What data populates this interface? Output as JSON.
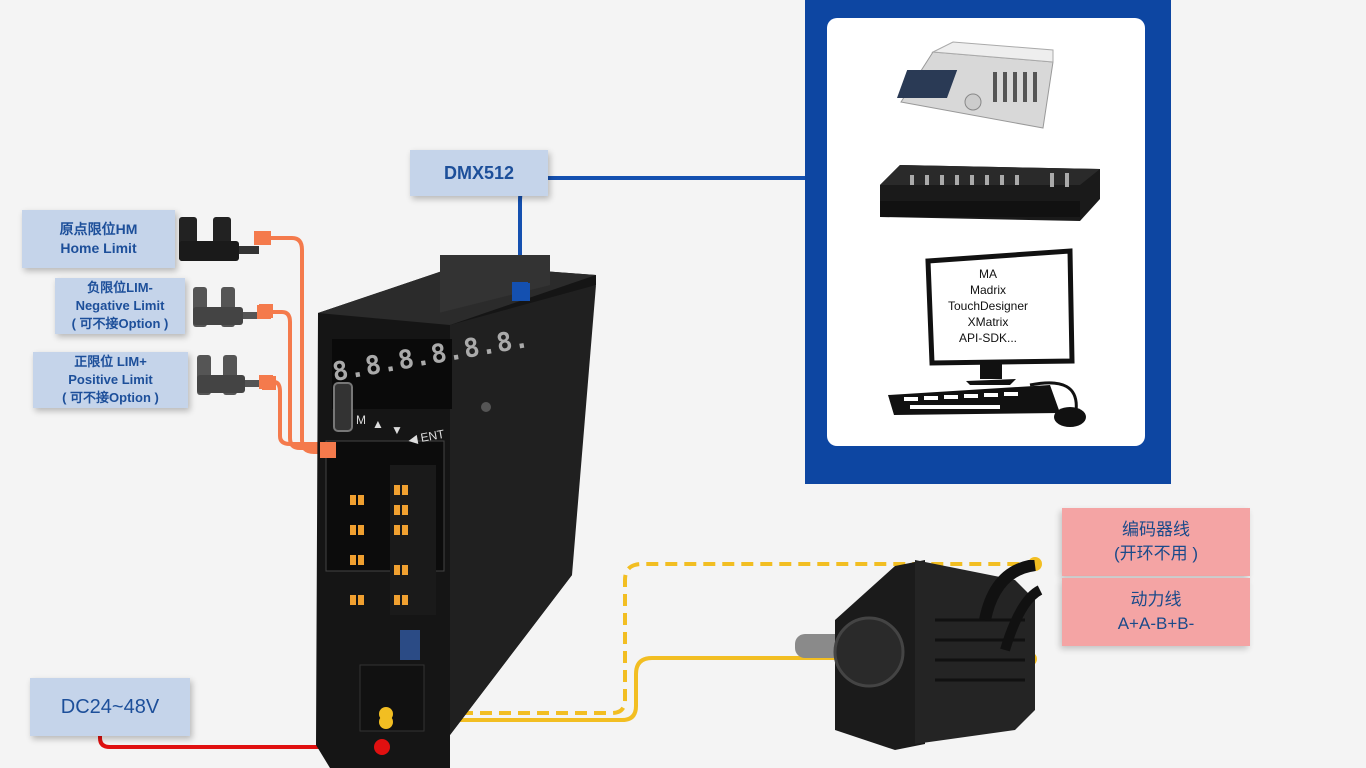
{
  "labels": {
    "dmx": "DMX512",
    "home_line1": "原点限位HM",
    "home_line2": "Home Limit",
    "neg_line1": "负限位LIM-",
    "neg_line2": "Negative Limit",
    "neg_line3": "( 可不接Option )",
    "pos_line1": "正限位 LIM+",
    "pos_line2": "Positive Limit",
    "pos_line3": "( 可不接Option )",
    "power": "DC24~48V",
    "encoder_line1": "编码器线",
    "encoder_line2": "(开环不用 )",
    "motor_line1": "动力线",
    "motor_line2": "A+A-B+B-"
  },
  "driver": {
    "display": "8.8.8.8.8.8.",
    "btn_m": "M",
    "btn_up": "▲",
    "btn_down": "▼",
    "btn_ent": "◀ ENT"
  },
  "software": {
    "items": [
      "MA",
      "Madrix",
      "TouchDesigner",
      "XMatrix",
      "API-SDK..."
    ]
  },
  "colors": {
    "dmx_wire": "#1450b0",
    "limit_wire": "#f47a4c",
    "power_wire": "#e01010",
    "motor_wire": "#f2be22",
    "panel_blue": "#0d46a2"
  }
}
